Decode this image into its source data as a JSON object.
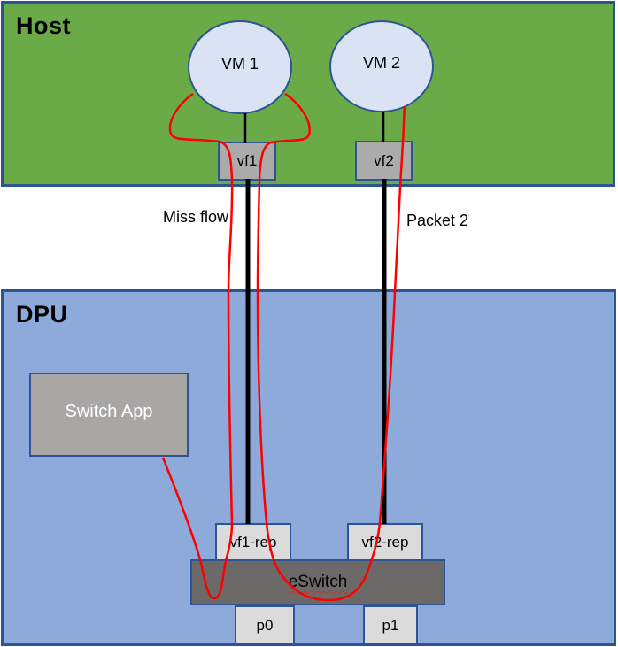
{
  "host_label": "Host",
  "dpu_label": "DPU",
  "nodes": {
    "vm1": "VM 1",
    "vm2": "VM 2",
    "vf1": "vf1",
    "vf2": "vf2",
    "switch_app": "Switch App",
    "vf1_rep": "vf1-rep",
    "vf2_rep": "vf2-rep",
    "eswitch": "eSwitch",
    "p0": "p0",
    "p1": "p1"
  },
  "flow_labels": {
    "miss_flow": "Miss flow",
    "packet_2": "Packet 2"
  },
  "links": [
    {
      "from": "VM 1",
      "to": "vf1",
      "style": "thin-black"
    },
    {
      "from": "vf1",
      "to": "vf1-rep",
      "style": "thick-black"
    },
    {
      "from": "VM 2",
      "to": "vf2",
      "style": "thin-black"
    },
    {
      "from": "vf2",
      "to": "vf2-rep",
      "style": "thick-black"
    },
    {
      "name": "Miss flow",
      "path": "VM 1 -> vf1 -> vf1-rep -> eSwitch -> Switch App",
      "style": "red-curve"
    },
    {
      "name": "Packet 2",
      "path": "VM 1 -> vf1 -> vf1-rep -> eSwitch -> vf2-rep -> vf2 -> VM 2",
      "style": "red-curve"
    }
  ],
  "colors": {
    "host_bg": "#6BAB47",
    "dpu_bg": "#8EAADB",
    "region_border": "#2E5393",
    "node_border": "#2F5496",
    "vm_fill": "#DAE3F3",
    "vf_fill": "#ACABAB",
    "light_box_fill": "#DBDBDB",
    "switch_app_fill": "#A9A6A6",
    "eswitch_fill": "#6E6969",
    "flow_red": "#FF0000",
    "link_black": "#000000"
  }
}
